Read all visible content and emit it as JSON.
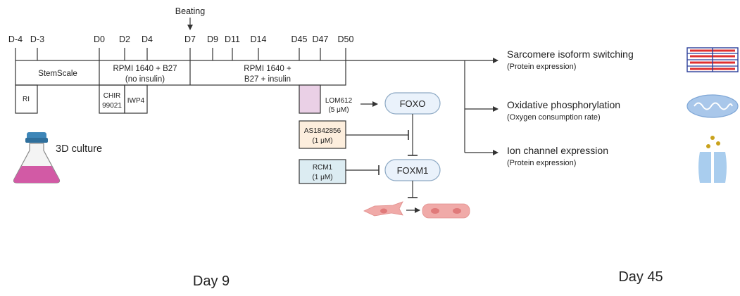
{
  "colors": {
    "line": "#333333",
    "node_fill": "#eaf2fb",
    "node_stroke": "#8da9c4",
    "as_fill": "#fdeedd",
    "rcm_fill": "#dcecf2",
    "pink_box": "#ead0e6",
    "flask_cap": "#3d86b8",
    "flask_liquid": "#d25aa5",
    "sarcomere_red": "#e03030",
    "sarcomere_blue": "#2b3f9a",
    "mito": "#a9c7ea",
    "channel": "#a9cdee",
    "ion": "#c9a21c",
    "cell_pink": "#f0aaa8"
  },
  "timeline": {
    "beating_label": "Beating",
    "ticks": [
      "D-4",
      "D-3",
      "D0",
      "D2",
      "D4",
      "D7",
      "D9",
      "D11",
      "D14",
      "D45",
      "D47",
      "D50"
    ],
    "phases": {
      "stemscale": "StemScale",
      "rpmi_no_insulin_1": "RPMI 1640 + B27",
      "rpmi_no_insulin_2": "(no insulin)",
      "rpmi_insulin_1": "RPMI 1640 +",
      "rpmi_insulin_2": "B27 + insulin"
    },
    "treatments": {
      "ri": "RI",
      "chir_1": "CHIR",
      "chir_2": "99021",
      "iwp4": "IWP4"
    }
  },
  "culture": {
    "label": "3D culture",
    "icon": "flask-icon"
  },
  "pathway": {
    "lom612_name": "LOM612",
    "lom612_conc": "(5 μM)",
    "as_name": "AS1842856",
    "as_conc": "(1 μM)",
    "rcm_name": "RCM1",
    "rcm_conc": "(1 μM)",
    "foxo": "FOXO",
    "foxm1": "FOXM1",
    "cell_icon": "cardiomyocyte-icon"
  },
  "outcomes": [
    {
      "title": "Sarcomere isoform switching",
      "subtitle": "(Protein expression)",
      "icon": "sarcomere-icon"
    },
    {
      "title": "Oxidative phosphorylation",
      "subtitle": "(Oxygen consumption rate)",
      "icon": "mitochondria-icon"
    },
    {
      "title": "Ion channel expression",
      "subtitle": "(Protein expression)",
      "icon": "ion-channel-icon"
    }
  ],
  "bottom_labels": {
    "left": "Day 9",
    "right": "Day 45"
  }
}
